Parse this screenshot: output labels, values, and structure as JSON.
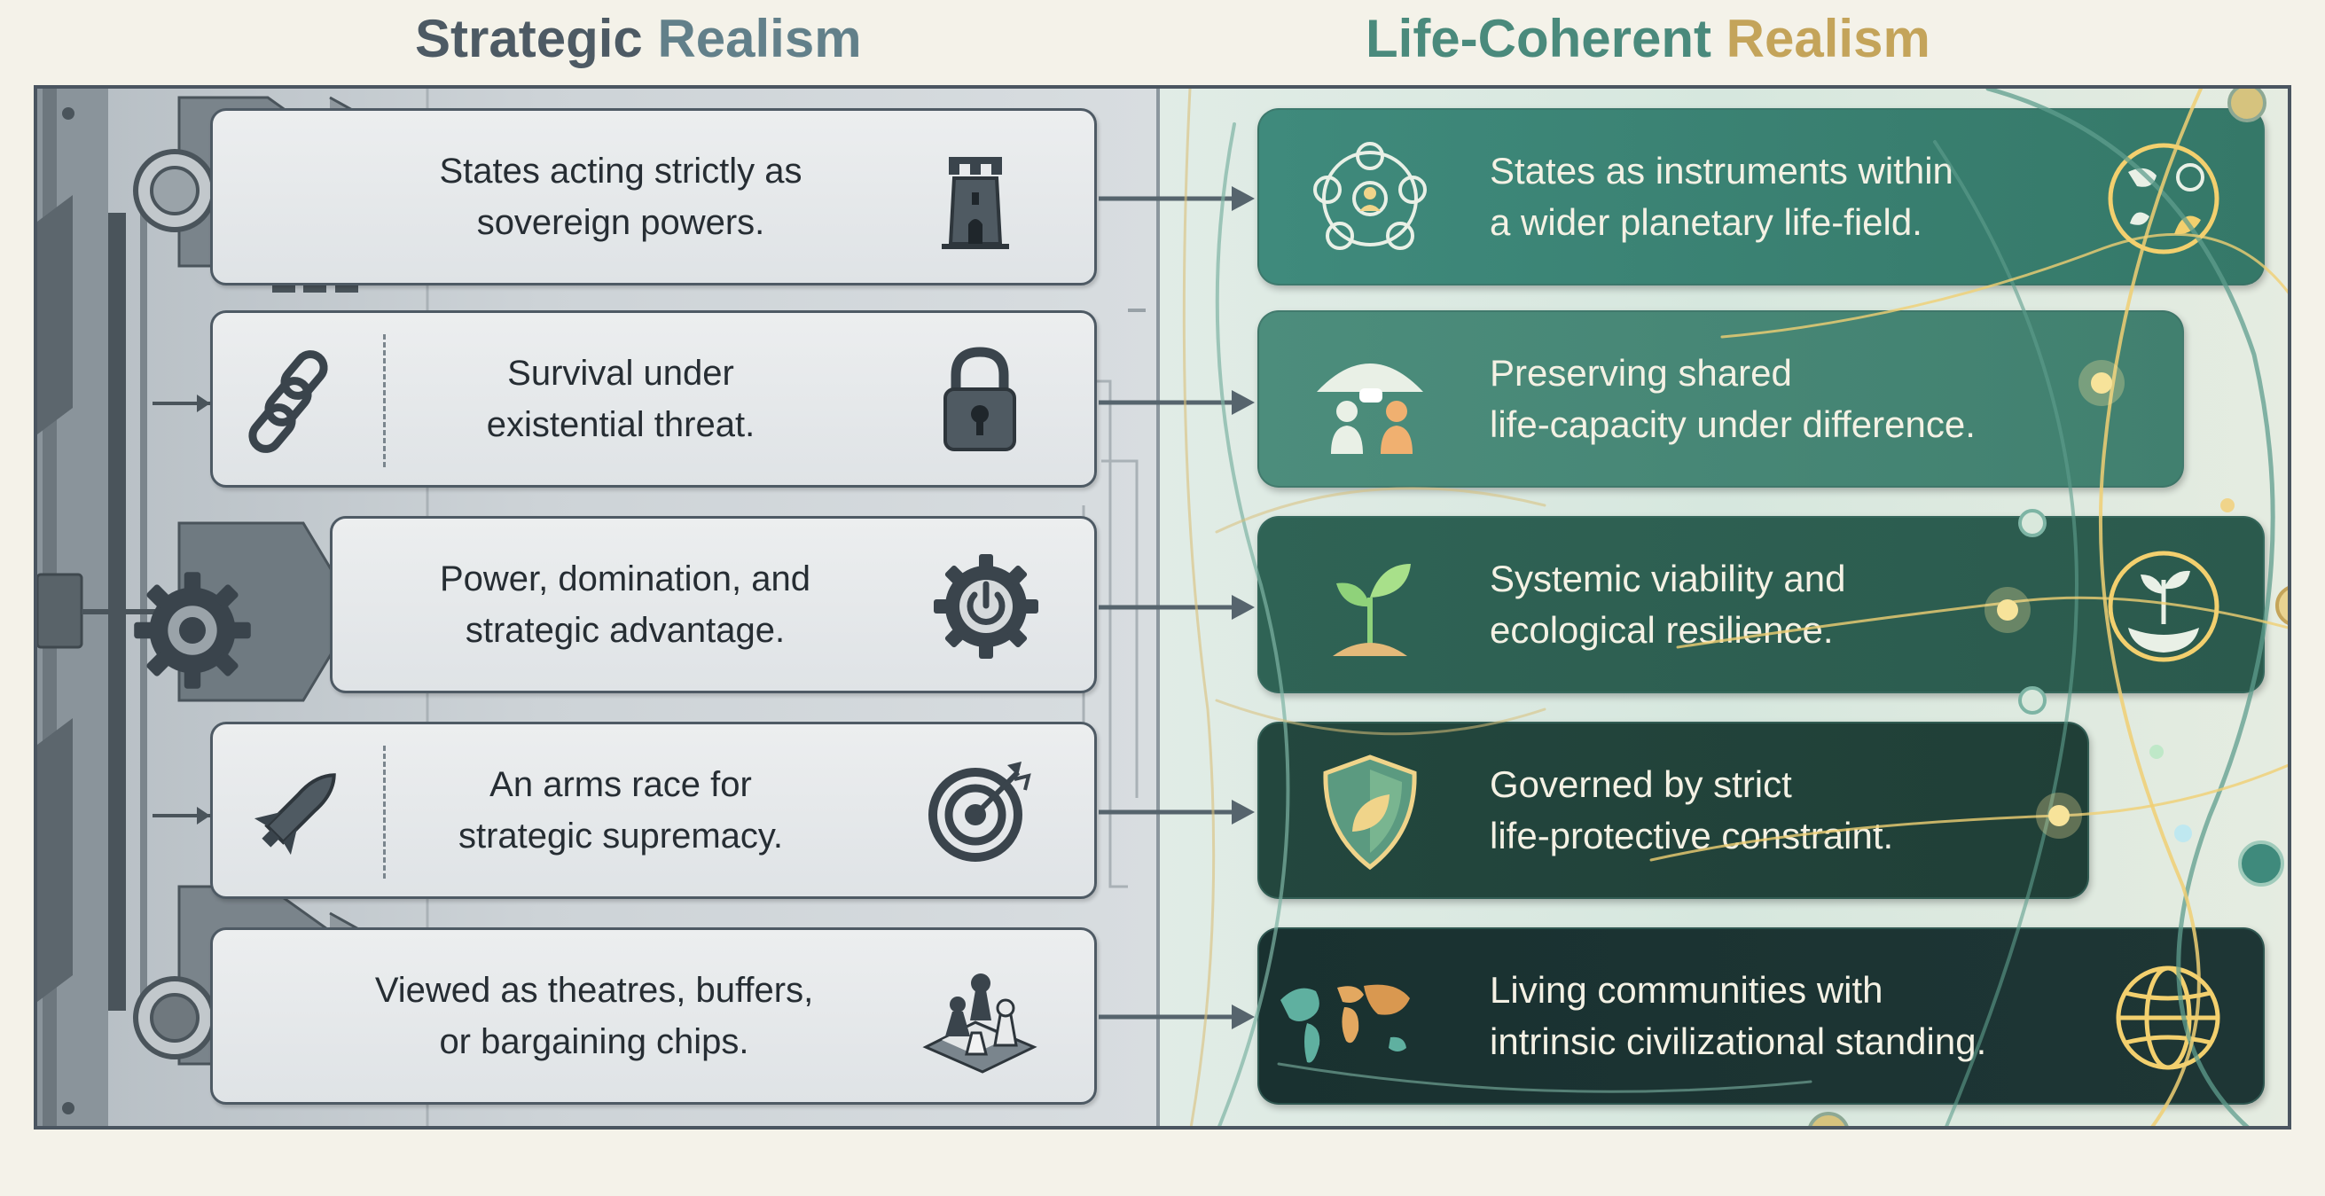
{
  "titles": {
    "left": {
      "word1": "Strategic",
      "word2": "Realism"
    },
    "right": {
      "word1": "Life-Coherent",
      "word2": "Realism"
    }
  },
  "colors": {
    "left_title": "#4d5a64",
    "right_title_green": "#4a8a7c",
    "right_title_gold": "#c4a45a",
    "left_card_border": "#4e5a64",
    "right_card_light": "#3f8a7c",
    "right_card_dark": "#1e3635",
    "glow_gold": "#f3d06e"
  },
  "rows": [
    {
      "left": {
        "text": "States acting strictly as\nsovereign powers.",
        "icon": "castle-tower-icon"
      },
      "right": {
        "text": "States as instruments within\na wider planetary life-field.",
        "icon_left": "network-people-icon",
        "icon_right": "planet-life-icon"
      }
    },
    {
      "left": {
        "text": "Survival under\nexistential threat.",
        "icon_left": "chain-icon",
        "icon": "padlock-icon"
      },
      "right": {
        "text": "Preserving shared\nlife-capacity under difference.",
        "icon_left": "umbrella-people-icon"
      }
    },
    {
      "left": {
        "text": "Power, domination, and\nstrategic advantage.",
        "icon_left": "gear-icon",
        "icon": "power-gear-icon"
      },
      "right": {
        "text": "Systemic viability and\necological resilience.",
        "icon_left": "sprout-icon",
        "icon_right": "growing-plant-icon"
      }
    },
    {
      "left": {
        "text": "An arms race for\nstrategic supremacy.",
        "icon_left": "missile-icon",
        "icon": "target-icon"
      },
      "right": {
        "text": "Governed by strict\nlife-protective constraint.",
        "icon_left": "leaf-shield-icon"
      }
    },
    {
      "left": {
        "text": "Viewed as theatres, buffers,\nor bargaining chips.",
        "icon": "chess-pieces-icon"
      },
      "right": {
        "text": "Living communities with\nintrinsic civilizational standing.",
        "icon_left": "world-map-icon",
        "icon_right": "globe-icon"
      }
    }
  ]
}
